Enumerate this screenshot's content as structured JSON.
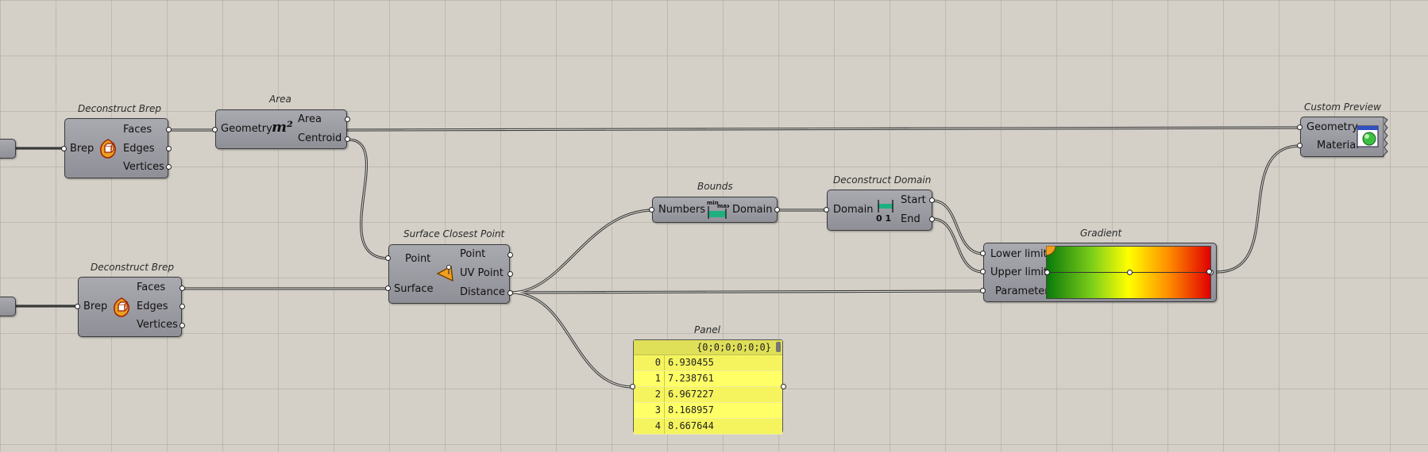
{
  "components": {
    "deconstruct_brep_1": {
      "title": "Deconstruct Brep",
      "inputs": [
        "Brep"
      ],
      "outputs": [
        "Faces",
        "Edges",
        "Vertices"
      ],
      "icon": "brep-icon"
    },
    "deconstruct_brep_2": {
      "title": "Deconstruct Brep",
      "inputs": [
        "Brep"
      ],
      "outputs": [
        "Faces",
        "Edges",
        "Vertices"
      ],
      "icon": "brep-icon"
    },
    "area": {
      "title": "Area",
      "inputs": [
        "Geometry"
      ],
      "outputs": [
        "Area",
        "Centroid"
      ],
      "icon_text": "m²"
    },
    "surface_closest_point": {
      "title": "Surface Closest Point",
      "inputs": [
        "Point",
        "Surface"
      ],
      "outputs": [
        "Point",
        "UV Point",
        "Distance"
      ],
      "icon": "closest-point-icon"
    },
    "bounds": {
      "title": "Bounds",
      "inputs": [
        "Numbers"
      ],
      "outputs": [
        "Domain"
      ],
      "icon_top": "min",
      "icon_top2": "max"
    },
    "deconstruct_domain": {
      "title": "Deconstruct Domain",
      "inputs": [
        "Domain"
      ],
      "outputs": [
        "Start",
        "End"
      ],
      "icon_text": "0 1"
    },
    "gradient": {
      "title": "Gradient",
      "inputs": [
        "Lower limit",
        "Upper limit",
        "Parameter"
      ]
    },
    "custom_preview": {
      "title": "Custom Preview",
      "inputs": [
        "Geometry",
        "Material"
      ],
      "icon": "preview-sphere-icon"
    }
  },
  "panel": {
    "title": "Panel",
    "header": "{0;0;0;0;0;0}",
    "rows": [
      {
        "index": "0",
        "value": "6.930455"
      },
      {
        "index": "1",
        "value": "7.238761"
      },
      {
        "index": "2",
        "value": "6.967227"
      },
      {
        "index": "3",
        "value": "8.168957"
      },
      {
        "index": "4",
        "value": "8.667644"
      }
    ]
  },
  "colors": {
    "canvas": "#d4d0c8",
    "component": "#9b9ba3",
    "panel": "#ffff66",
    "wire": "#3c3c3c"
  }
}
